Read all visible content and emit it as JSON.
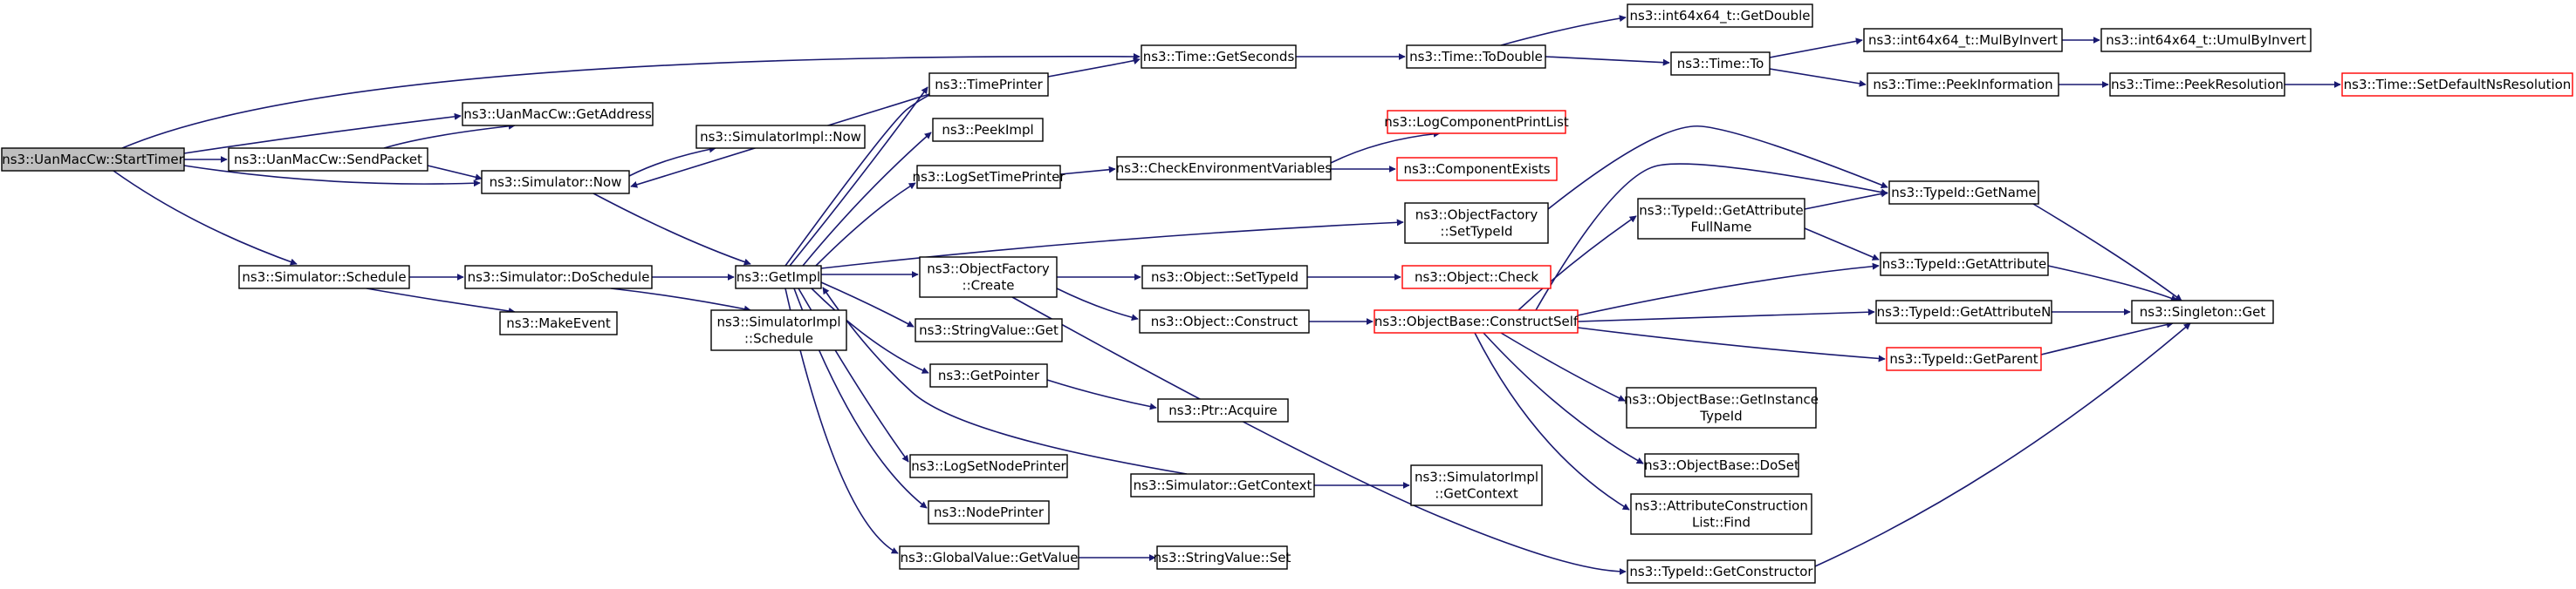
{
  "colors": {
    "edge": "#191970",
    "node_border": "#000000",
    "highlight_border": "#ff0000",
    "root_fill": "#bfbfbf",
    "node_fill": "#ffffff"
  },
  "nodes": [
    {
      "id": "n1",
      "label": [
        "ns3::UanMacCw::StartTimer"
      ]
    },
    {
      "id": "n2",
      "label": [
        "ns3::UanMacCw::SendPacket"
      ]
    },
    {
      "id": "n3",
      "label": [
        "ns3::UanMacCw::GetAddress"
      ]
    },
    {
      "id": "n4",
      "label": [
        "ns3::Simulator::Now"
      ]
    },
    {
      "id": "n5",
      "label": [
        "ns3::SimulatorImpl::Now"
      ]
    },
    {
      "id": "n6",
      "label": [
        "ns3::Simulator::Schedule"
      ]
    },
    {
      "id": "n7",
      "label": [
        "ns3::Simulator::DoSchedule"
      ]
    },
    {
      "id": "n8",
      "label": [
        "ns3::MakeEvent"
      ]
    },
    {
      "id": "n9",
      "label": [
        "ns3::SimulatorImpl",
        "::Schedule"
      ]
    },
    {
      "id": "n10",
      "label": [
        "ns3::GetImpl"
      ]
    },
    {
      "id": "n11",
      "label": [
        "ns3::TimePrinter"
      ]
    },
    {
      "id": "n12",
      "label": [
        "ns3::PeekImpl"
      ]
    },
    {
      "id": "n13",
      "label": [
        "ns3::LogSetTimePrinter"
      ]
    },
    {
      "id": "n14",
      "label": [
        "ns3::ObjectFactory",
        "::Create"
      ]
    },
    {
      "id": "n15",
      "label": [
        "ns3::StringValue::Get"
      ]
    },
    {
      "id": "n16",
      "label": [
        "ns3::GetPointer"
      ]
    },
    {
      "id": "n17",
      "label": [
        "ns3::LogSetNodePrinter"
      ]
    },
    {
      "id": "n18",
      "label": [
        "ns3::NodePrinter"
      ]
    },
    {
      "id": "n19",
      "label": [
        "ns3::GlobalValue::GetValue"
      ]
    },
    {
      "id": "n20",
      "label": [
        "ns3::Time::GetSeconds"
      ]
    },
    {
      "id": "n21",
      "label": [
        "ns3::CheckEnvironmentVariables"
      ]
    },
    {
      "id": "n22",
      "label": [
        "ns3::ObjectFactory",
        "::SetTypeId"
      ]
    },
    {
      "id": "n23",
      "label": [
        "ns3::Object::SetTypeId"
      ]
    },
    {
      "id": "n24",
      "label": [
        "ns3::Object::Construct"
      ]
    },
    {
      "id": "n25",
      "label": [
        "ns3::Ptr::Acquire"
      ]
    },
    {
      "id": "n26",
      "label": [
        "ns3::Simulator::GetContext"
      ]
    },
    {
      "id": "n27",
      "label": [
        "ns3::StringValue::Set"
      ]
    },
    {
      "id": "n28",
      "label": [
        "ns3::Time::ToDouble"
      ]
    },
    {
      "id": "n29",
      "label": [
        "ns3::LogComponentPrintList"
      ],
      "red": true
    },
    {
      "id": "n30",
      "label": [
        "ns3::ComponentExists"
      ],
      "red": true
    },
    {
      "id": "n31",
      "label": [
        "ns3::Object::Check"
      ],
      "red": true
    },
    {
      "id": "n32",
      "label": [
        "ns3::ObjectBase::ConstructSelf"
      ],
      "red": true
    },
    {
      "id": "n33",
      "label": [
        "ns3::SimulatorImpl",
        "::GetContext"
      ]
    },
    {
      "id": "n34",
      "label": [
        "ns3::int64x64_t::GetDouble"
      ]
    },
    {
      "id": "n35",
      "label": [
        "ns3::Time::To"
      ]
    },
    {
      "id": "n36",
      "label": [
        "ns3::TypeId::GetAttribute",
        "FullName"
      ]
    },
    {
      "id": "n37",
      "label": [
        "ns3::ObjectBase::GetInstance",
        "TypeId"
      ]
    },
    {
      "id": "n38",
      "label": [
        "ns3::ObjectBase::DoSet"
      ]
    },
    {
      "id": "n39",
      "label": [
        "ns3::AttributeConstruction",
        "List::Find"
      ]
    },
    {
      "id": "n40",
      "label": [
        "ns3::TypeId::GetConstructor"
      ]
    },
    {
      "id": "n41",
      "label": [
        "ns3::int64x64_t::MulByInvert"
      ]
    },
    {
      "id": "n42",
      "label": [
        "ns3::Time::PeekInformation"
      ]
    },
    {
      "id": "n43",
      "label": [
        "ns3::TypeId::GetName"
      ]
    },
    {
      "id": "n44",
      "label": [
        "ns3::TypeId::GetAttribute"
      ]
    },
    {
      "id": "n45",
      "label": [
        "ns3::TypeId::GetAttributeN"
      ]
    },
    {
      "id": "n46",
      "label": [
        "ns3::TypeId::GetParent"
      ],
      "red": true
    },
    {
      "id": "n47",
      "label": [
        "ns3::int64x64_t::UmulByInvert"
      ]
    },
    {
      "id": "n48",
      "label": [
        "ns3::Time::PeekResolution"
      ]
    },
    {
      "id": "n49",
      "label": [
        "ns3::Singleton::Get"
      ]
    },
    {
      "id": "n50",
      "label": [
        "ns3::Time::SetDefaultNsResolution"
      ],
      "red": true
    }
  ]
}
